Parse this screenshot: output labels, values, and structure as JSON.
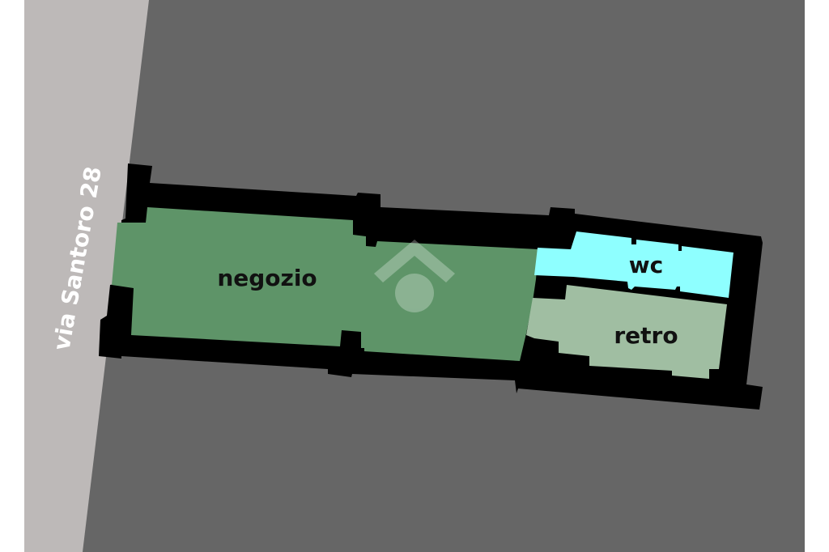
{
  "street": {
    "label": "via Santoro 28"
  },
  "rooms": [
    {
      "id": "negozio",
      "label": "negozio"
    },
    {
      "id": "wc",
      "label": "wc"
    },
    {
      "id": "retro",
      "label": "retro"
    }
  ],
  "colors": {
    "background": "#666666",
    "street": "#bdb9b8",
    "walls": "#000000",
    "negozio": "#5e9468",
    "wc": "#8effff",
    "retro": "#a0bea2",
    "watermark": "#ffffff"
  },
  "watermark_icon": "house-logo-icon"
}
